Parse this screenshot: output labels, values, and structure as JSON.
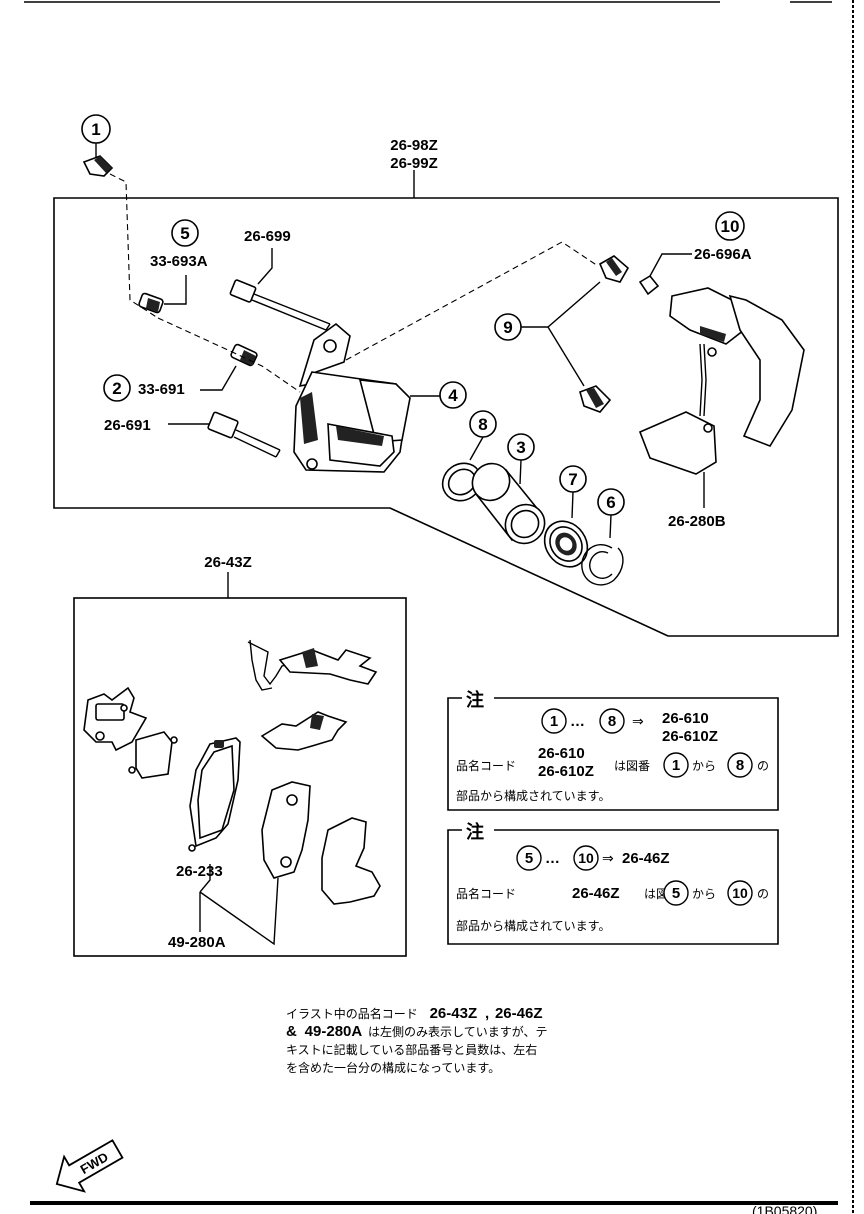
{
  "assembly": {
    "line1": "26-98Z",
    "line2": "26-99Z"
  },
  "callouts": {
    "c1": "1",
    "c2": "2",
    "c3": "3",
    "c4": "4",
    "c5": "5",
    "c6": "6",
    "c7": "7",
    "c8": "8",
    "c9": "9",
    "c10": "10"
  },
  "parts": {
    "p_33_693A": "33-693A",
    "p_26_699": "26-699",
    "p_33_691": "33-691",
    "p_26_691": "26-691",
    "p_26_696A": "26-696A",
    "p_26_280B": "26-280B",
    "p_26_43Z": "26-43Z",
    "p_26_233": "26-233",
    "p_49_280A": "49-280A"
  },
  "note1": {
    "header": "注",
    "range_from": "1",
    "range_to": "8",
    "arrow": "⇒",
    "target1": "26-610",
    "target2": "26-610Z",
    "code_label": "品名コード",
    "code1": "26-610",
    "code2": "26-610Z",
    "mid_text": "は図番",
    "from": "1",
    "kara": "から",
    "to": "8",
    "no": "の",
    "tail": "部品から構成されています。"
  },
  "note2": {
    "header": "注",
    "range_from": "5",
    "range_to": "10",
    "arrow": "⇒",
    "target": "26-46Z",
    "code_label": "品名コード",
    "code": "26-46Z",
    "mid_text": "は図番",
    "from": "5",
    "kara": "から",
    "to": "10",
    "no": "の",
    "tail": "部品から構成されています。"
  },
  "footnote": {
    "l1a": "イラスト中の品名コード",
    "l1b": "26-43Z",
    "l1c": ",",
    "l1d": "26-46Z",
    "l2a": "&",
    "l2b": "49-280A",
    "l2c": "は左側のみ表示していますが、テ",
    "l3": "キストに記載している部品番号と員数は、左右",
    "l4": "を含めた一台分の構成になっています。"
  },
  "fwd": "FWD",
  "figure_code": "(1B05820)"
}
